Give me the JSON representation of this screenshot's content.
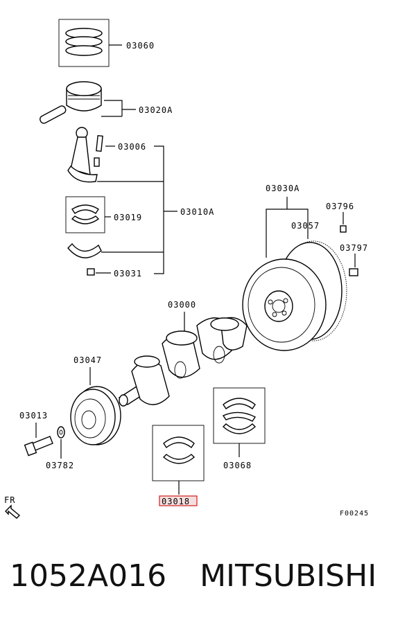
{
  "labels": {
    "piston_ring": "03060",
    "piston": "03020A",
    "conrod": "03006",
    "conrod_bearing": "03019",
    "conrod_assy": "03010A",
    "conrod_bearing_lower": "03031",
    "flywheel": "03030A",
    "ring_gear": "03057",
    "dowel": "03796",
    "flywheel_bolt": "03797",
    "crankshaft": "03000",
    "pulley": "03047",
    "pulley_bolt": "03013",
    "washer": "03782",
    "main_bearing_upper": "03068",
    "main_bearing_highlight": "03018",
    "front": "FR",
    "figure_code": "F00245"
  },
  "caption": {
    "part_number": "1052A016",
    "brand": "MITSUBISHI"
  },
  "colors": {
    "highlight": "#d21c1c",
    "ink": "#000000"
  }
}
